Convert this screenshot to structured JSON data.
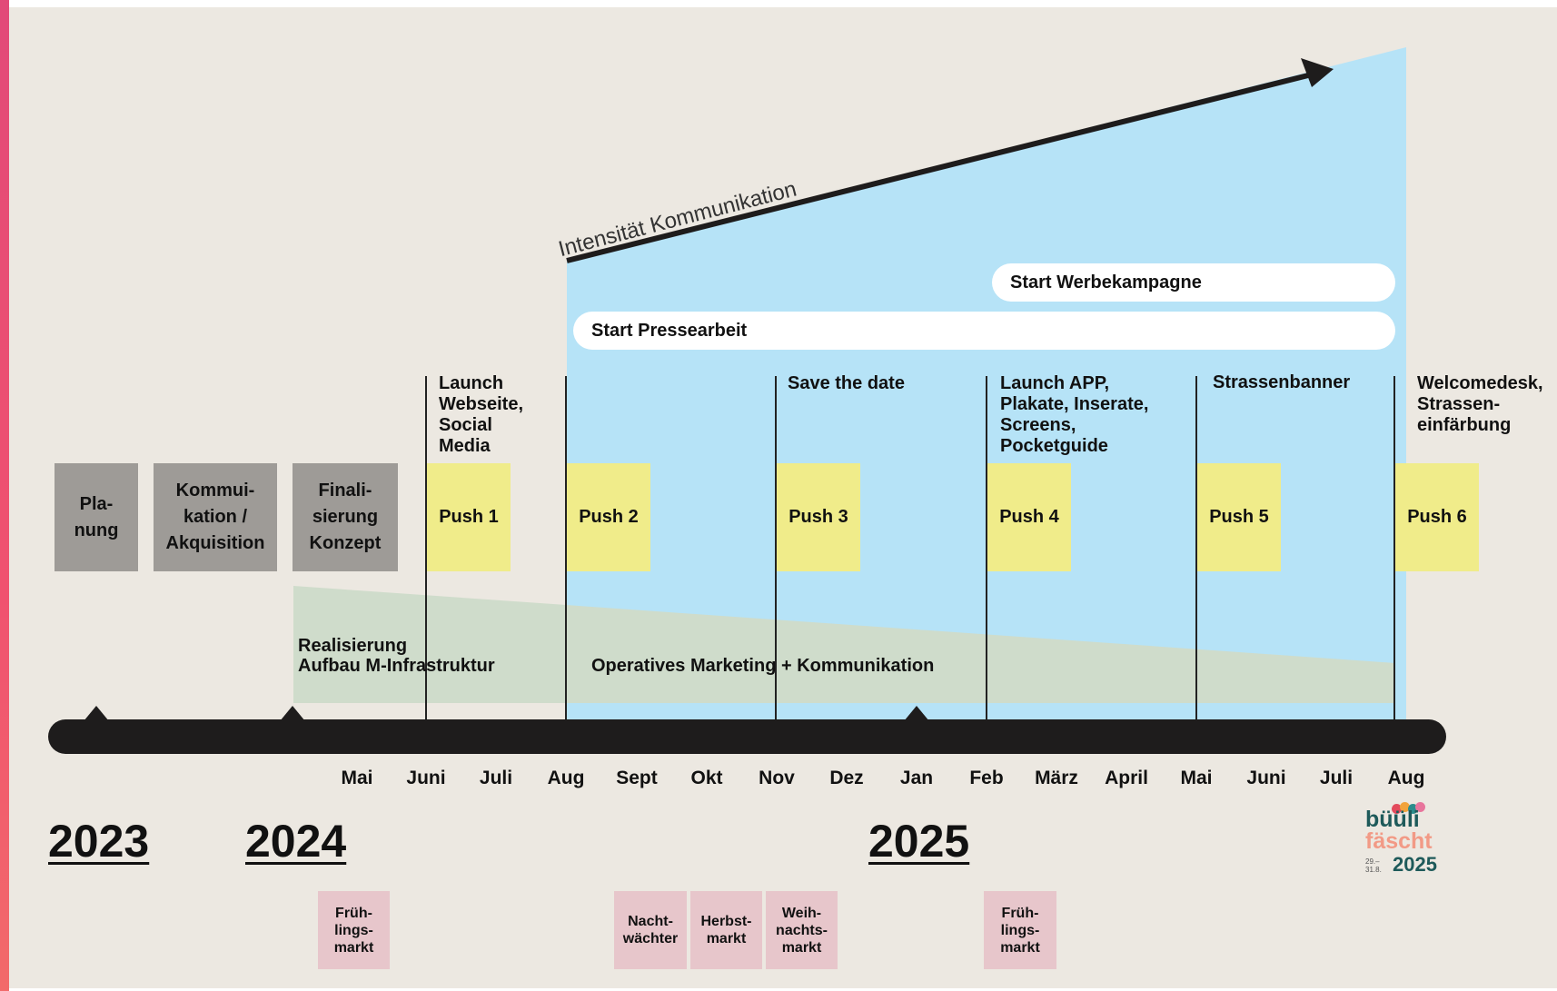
{
  "diagram": {
    "intensity_label": "Intensität Kommunikation",
    "campaign_pills": {
      "werbekampagne": "Start Werbekampagne",
      "pressearbeit": "Start Pressearbeit"
    },
    "phases": [
      "Pla-\nnung",
      "Kommui-\nkation /\nAkquisition",
      "Finali-\nsierung\nKonzept"
    ],
    "pushes": [
      "Push 1",
      "Push 2",
      "Push 3",
      "Push 4",
      "Push 5",
      "Push 6"
    ],
    "push_labels": [
      "Launch\nWebseite,\nSocial\nMedia",
      "Save the date",
      "Launch APP,\nPlakate, Inserate,\nScreens,\nPocketguide",
      "Strassenbanner",
      "Welcomedesk,\nStrassen-\neinfärbung"
    ],
    "green_labels": {
      "realisierung": "Realisierung\nAufbau M-Infrastruktur",
      "operativ": "Operatives Marketing + Kommunikation"
    },
    "months": [
      "Mai",
      "Juni",
      "Juli",
      "Aug",
      "Sept",
      "Okt",
      "Nov",
      "Dez",
      "Jan",
      "Feb",
      "März",
      "April",
      "Mai",
      "Juni",
      "Juli",
      "Aug"
    ],
    "years": [
      "2023",
      "2024",
      "2025"
    ],
    "markets": [
      "Früh-\nlings-\nmarkt",
      "Nacht-\nwächter",
      "Herbst-\nmarkt",
      "Weih-\nnachts-\nmarkt",
      "Früh-\nlings-\nmarkt"
    ],
    "logo": {
      "line1": "büüli",
      "line2": "fäscht",
      "dates": "29.–\n31.8.",
      "year": "2025"
    },
    "colors": {
      "background": "#ece8e1",
      "intensity_area": "#b6e3f7",
      "phase_box": "#9e9b97",
      "push_box": "#f0ec8a",
      "green_band": "#cfdccb",
      "market_box": "#e7c6cb",
      "timeline": "#1e1c1c"
    }
  }
}
